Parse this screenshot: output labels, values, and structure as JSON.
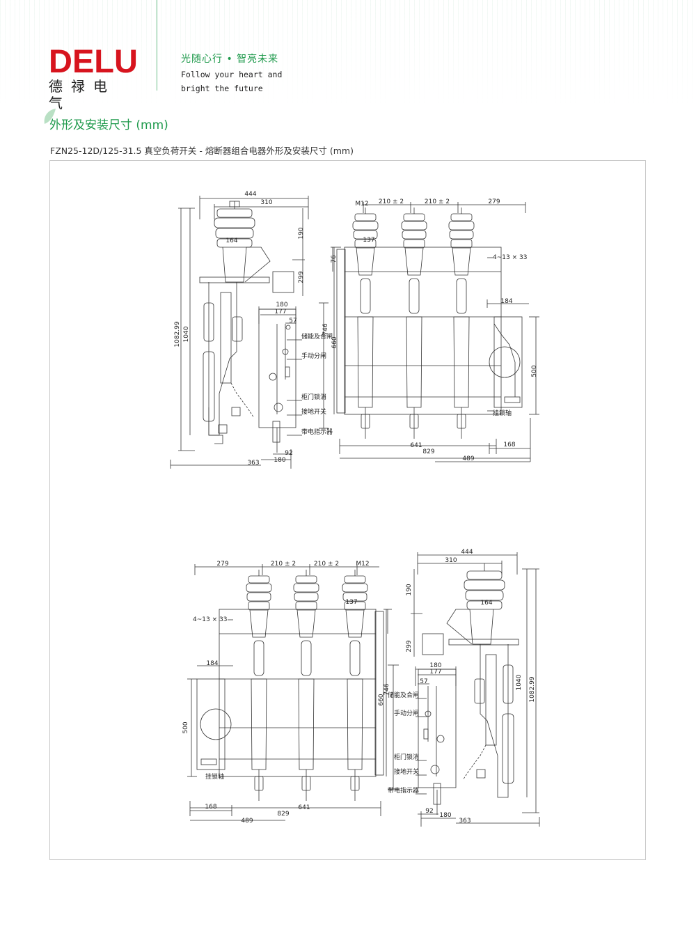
{
  "brand": {
    "logo_word": "DELU",
    "logo_cn": "德禄电气",
    "slogan_cn": "光随心行 • 智亮未来",
    "slogan_en_1": "Follow your heart and",
    "slogan_en_2": "bright the future",
    "accent_color": "#1f9a4c",
    "logo_color": "#d7141e"
  },
  "section_title": "外形及安装尺寸 (mm)",
  "caption": "FZN25-12D/125-31.5 真空负荷开关 - 熔断器组合电器外形及安装尺寸 (mm)",
  "drawings": {
    "side": {
      "dim_444": "444",
      "dim_310": "310",
      "dim_164": "164",
      "dim_190": "190",
      "dim_299": "299",
      "dim_180": "180",
      "dim_177": "177",
      "dim_57": "57",
      "dim_746": "746",
      "dim_1040": "1040",
      "dim_1082": "1082.99",
      "dim_363": "363",
      "dim_180b": "180",
      "dim_92": "92",
      "label_charge": "储能及合闸",
      "label_manual": "手动分闸",
      "label_door": "柜门锁消",
      "label_earth": "接地开关",
      "label_live": "带电指示器"
    },
    "front": {
      "dim_m12": "M12",
      "dim_210a": "210 ± 2",
      "dim_210b": "210 ± 2",
      "dim_279": "279",
      "dim_137": "137",
      "dim_76": "76",
      "dim_holes": "4~13 × 33",
      "dim_184": "184",
      "dim_660": "660",
      "dim_500": "500",
      "dim_641": "641",
      "dim_829": "829",
      "dim_168": "168",
      "dim_489": "489",
      "label_lock": "挂锁轴"
    }
  }
}
